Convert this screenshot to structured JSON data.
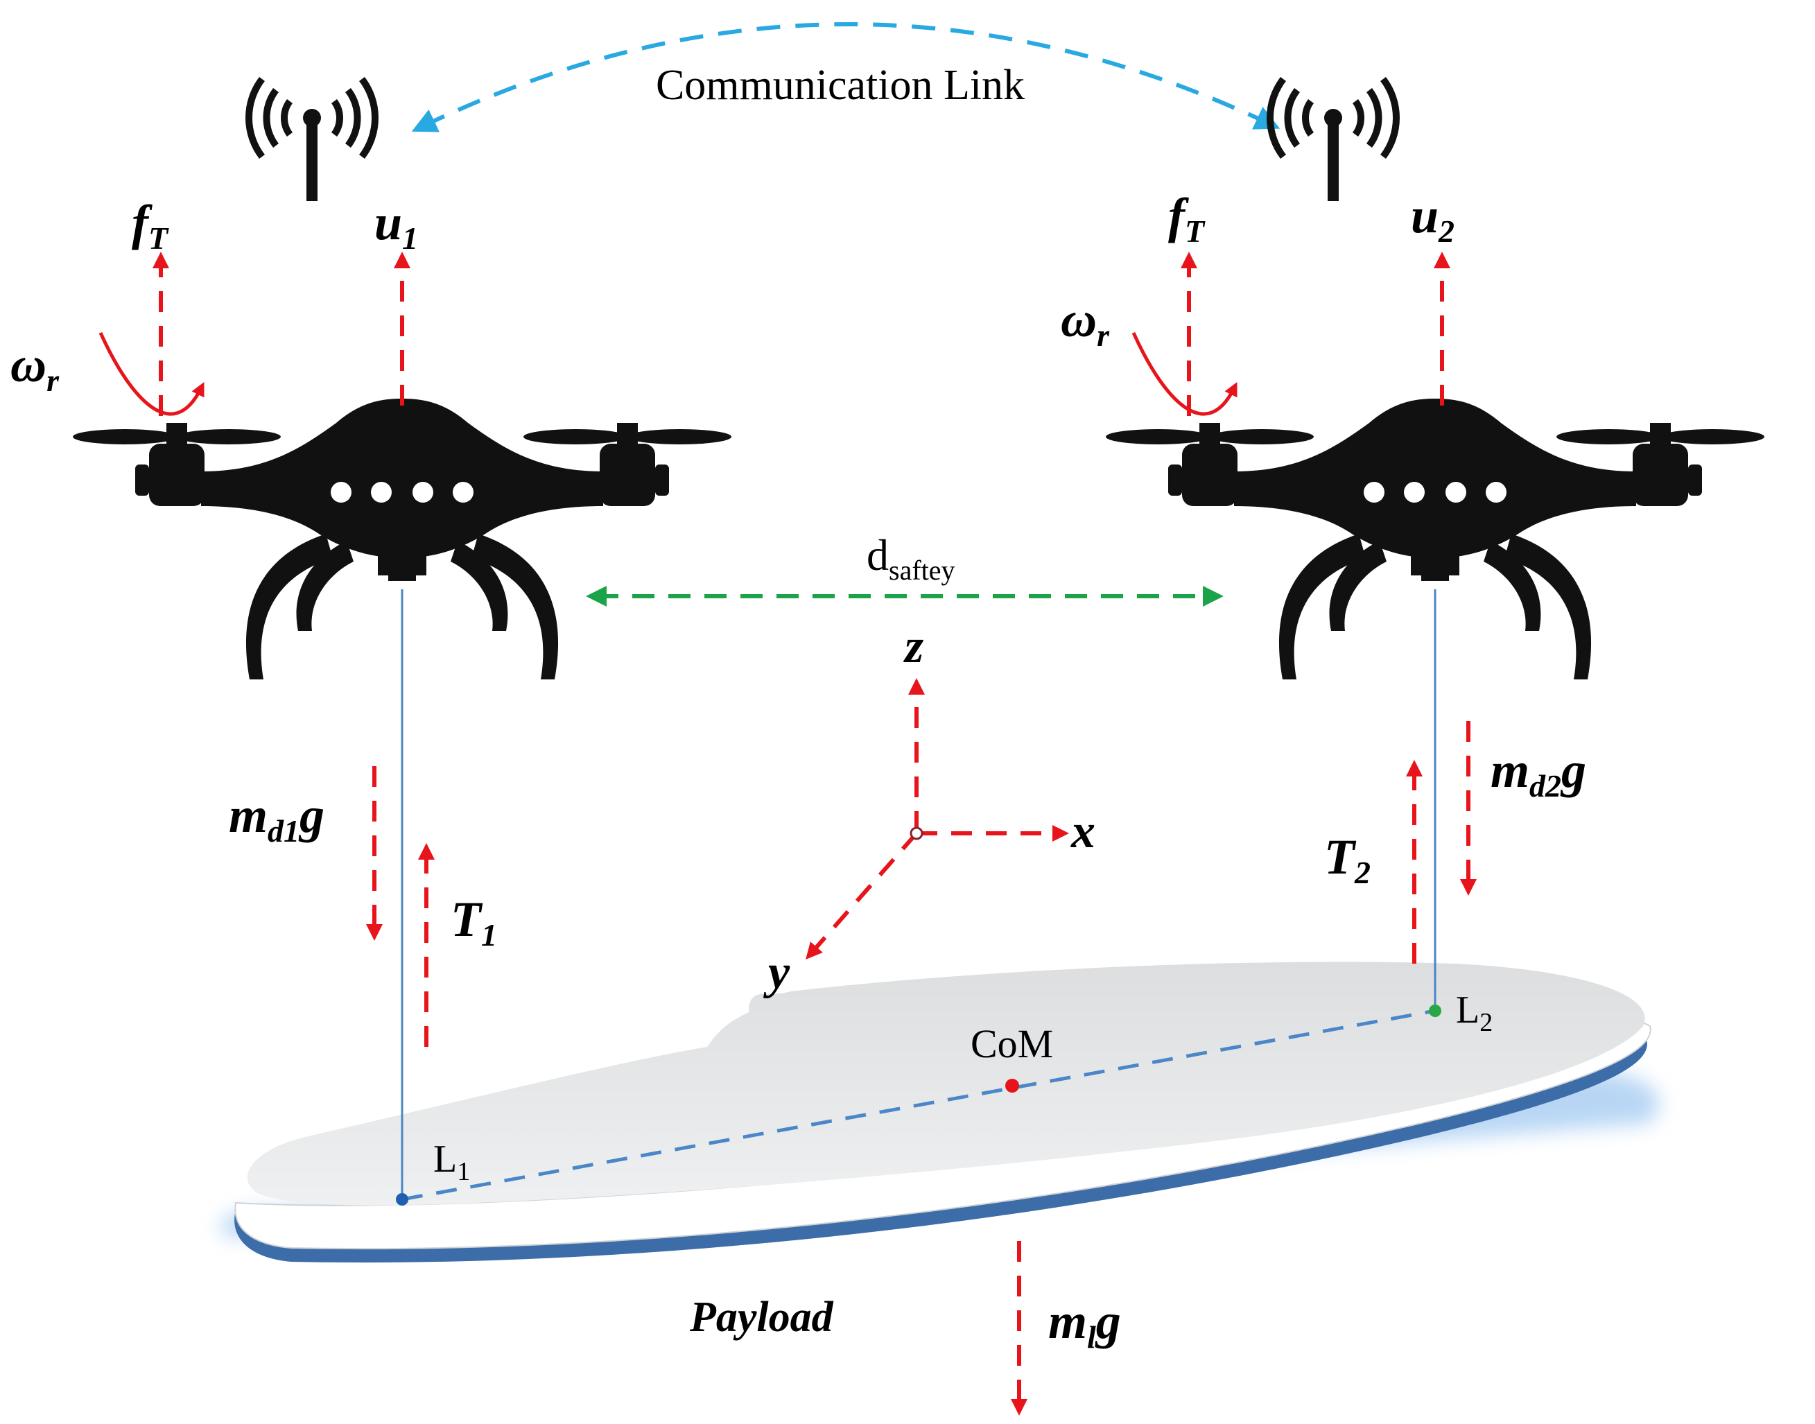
{
  "labels": {
    "comm_link": "Communication Link",
    "f_T": {
      "base": "f",
      "sub": "T"
    },
    "u1": {
      "base": "u",
      "sub": "1"
    },
    "u2": {
      "base": "u",
      "sub": "2"
    },
    "omega_r": {
      "base": "ω",
      "sub": "r"
    },
    "d_safety": {
      "base": "d",
      "sub": "saftey"
    },
    "axis_z": "z",
    "axis_x": "x",
    "axis_y": "y",
    "md1g": {
      "base": "m",
      "sub": "d1",
      "tail": "g"
    },
    "md2g": {
      "base": "m",
      "sub": "d2",
      "tail": "g"
    },
    "T1": {
      "base": "T",
      "sub": "1"
    },
    "T2": {
      "base": "T",
      "sub": "2"
    },
    "L1": {
      "base": "L",
      "sub": "1"
    },
    "L2": {
      "base": "L",
      "sub": "2"
    },
    "com": "CoM",
    "payload": "Payload",
    "mlg": {
      "base": "m",
      "sub": "l",
      "tail": "g"
    }
  },
  "colors": {
    "force_arrow": "#e8141b",
    "comm_link": "#29a9e1",
    "safety_distance": "#1ba34a",
    "cable": "#4a86c8",
    "drone": "#111111",
    "payload_top": "#e4e6e7",
    "payload_rim": "#3d6da8",
    "com_dot": "#e8141b",
    "l2_dot": "#27a845",
    "l1_dot": "#1f5fb0"
  },
  "icons": [
    "antenna-icon",
    "drone-icon",
    "rotation-arrow-icon"
  ]
}
